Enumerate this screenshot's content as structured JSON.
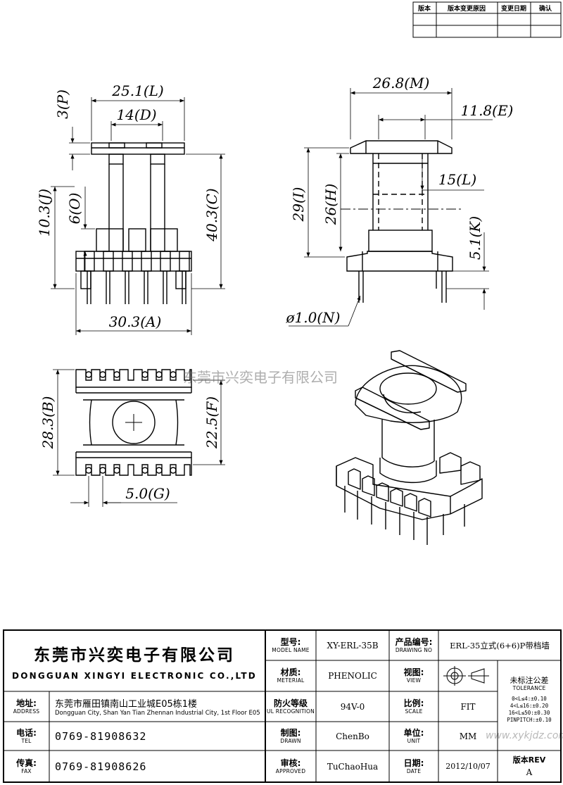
{
  "revision_table": {
    "headers": [
      "版本",
      "版本变更原因",
      "变更日期",
      "确认"
    ]
  },
  "dimensions": {
    "L_top": "25.1(L)",
    "D": "14(D)",
    "P": "3(P)",
    "J": "10.3(J)",
    "O": "6(O)",
    "C": "40.3(C)",
    "A": "30.3(A)",
    "M": "26.8(M)",
    "E": "11.8(E)",
    "I": "29(I)",
    "H": "26(H)",
    "L_side": "15(L)",
    "K": "5.1(K)",
    "N": "ø1.0(N)",
    "B": "28.3(B)",
    "F": "22.5(F)",
    "G": "5.0(G)"
  },
  "watermark": {
    "company": "东莞市兴奕电子有限公司",
    "site": "www.xykjdz.com"
  },
  "title_block": {
    "company_cn": "东莞市兴奕电子有限公司",
    "company_en": "DONGGUAN XINGYI ELECTRONIC CO.,LTD",
    "address": {
      "label_cn": "地址:",
      "label_en": "ADDRESS",
      "value_cn": "东莞市雁田镇南山工业城E05栋1楼",
      "value_en": "Dongguan City, Shan Yan Tian Zhennan Industrial City, 1st Floor E05"
    },
    "tel": {
      "label_cn": "电话:",
      "label_en": "TEL",
      "value": "0769-81908632"
    },
    "fax": {
      "label_cn": "传真:",
      "label_en": "FAX",
      "value": "0769-81908626"
    },
    "model": {
      "label_cn": "型号:",
      "label_en": "MODEL NAME",
      "value": "XY-ERL-35B"
    },
    "material": {
      "label_cn": "材质:",
      "label_en": "METERIAL",
      "value": "PHENOLIC"
    },
    "ul": {
      "label_cn": "防火等级",
      "label_en": "UL RECOGNITION",
      "value": "94V-0"
    },
    "drawn": {
      "label_cn": "制图:",
      "label_en": "DRAWN",
      "value": "ChenBo"
    },
    "approved": {
      "label_cn": "审核:",
      "label_en": "APPROVED",
      "value": "TuChaoHua"
    },
    "drawing_no": {
      "label_cn": "产品编号:",
      "label_en": "DRAWING NO",
      "value": "ERL-35立式(6+6)P带档墙"
    },
    "view": {
      "label_cn": "视图:",
      "label_en": "VIEW"
    },
    "scale": {
      "label_cn": "比例:",
      "label_en": "SCALE",
      "value": "FIT"
    },
    "unit": {
      "label_cn": "单位:",
      "label_en": "UNIT",
      "value": "MM"
    },
    "date": {
      "label_cn": "日期:",
      "label_en": "DATE",
      "value": "2012/10/07"
    },
    "tolerance": {
      "label_cn": "未标注公差",
      "label_en": "TOLERANCE",
      "rows": [
        "0<L≤4:±0.10",
        "4<L≤16:±0.20",
        "16<L≤50:±0.30",
        "PINPITCH:±0.10"
      ]
    },
    "rev": {
      "label": "版本REV",
      "value": "A"
    }
  }
}
